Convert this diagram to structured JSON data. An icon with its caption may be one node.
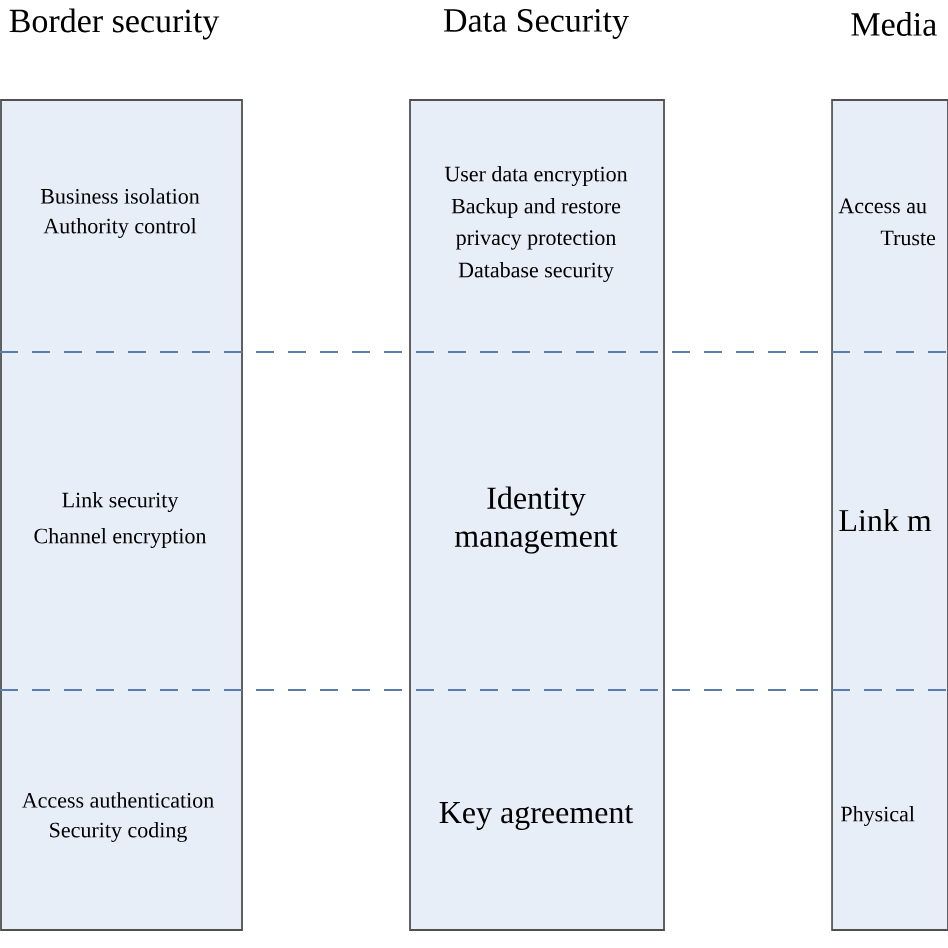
{
  "diagram": {
    "nodes": [
      {
        "text": [
          "Border security",
          "Business isolation",
          "Authority control",
          "Link security",
          "Channel encryption",
          "Access authentication",
          "Security coding"
        ]
      },
      {
        "text": [
          "Data Security",
          "User data encryption",
          "Backup and restore",
          "privacy protection",
          "Database security",
          "Identity management",
          "Key agreement"
        ]
      },
      {
        "text": [
          "Media",
          "Access au",
          "Truste",
          "Link m",
          "Physical"
        ]
      }
    ]
  }
}
